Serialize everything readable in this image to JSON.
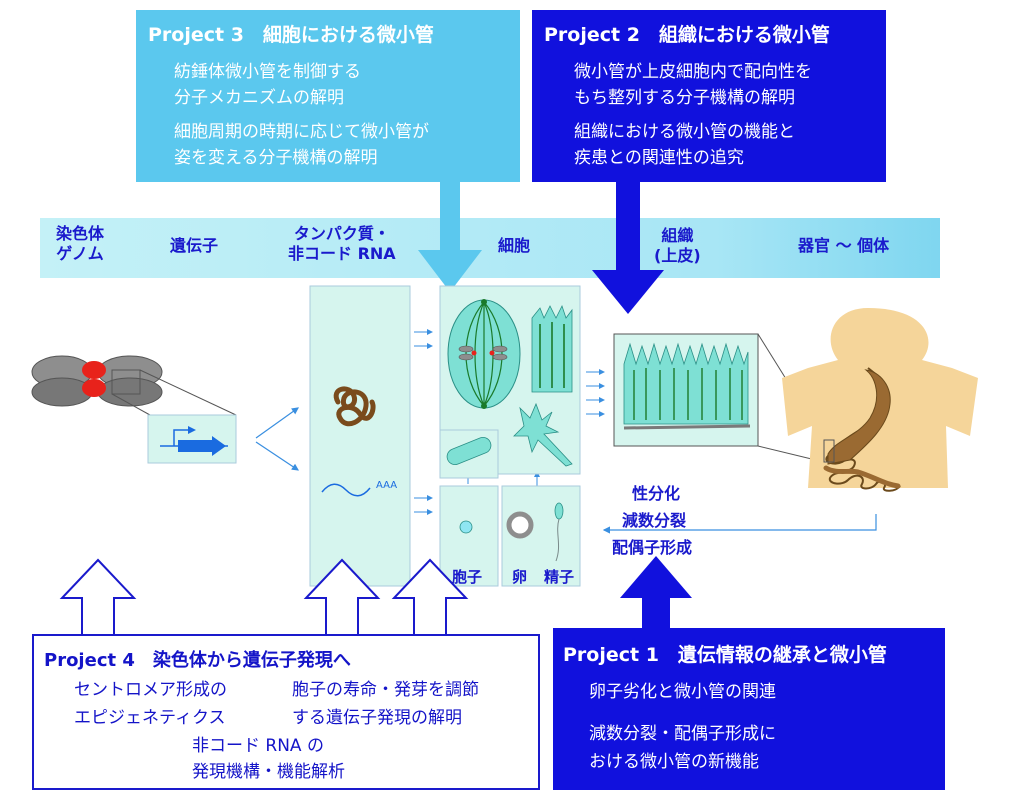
{
  "project3": {
    "title": "Project 3　細胞における微小管",
    "line1": "紡錘体微小管を制御する",
    "line2": "分子メカニズムの解明",
    "line3": "細胞周期の時期に応じて微小管が",
    "line4": "姿を変える分子機構の解明"
  },
  "project2": {
    "title": "Project 2　組織における微小管",
    "line1": "微小管が上皮細胞内で配向性を",
    "line2": "もち整列する分子機構の解明",
    "line3": "組織における微小管の機能と",
    "line4": "疾患との関連性の追究"
  },
  "project4": {
    "title": "Project 4　染色体から遺伝子発現へ",
    "left1": "セントロメア形成の",
    "left2": "エピジェネティクス",
    "right1": "胞子の寿命・発芽を調節",
    "right2": "する遺伝子発現の解明",
    "center1": "非コード RNA の",
    "center2": "発現機構・機能解析"
  },
  "project1": {
    "title": "Project 1　遺伝情報の継承と微小管",
    "line1": "卵子劣化と微小管の関連",
    "line2": "減数分裂・配偶子形成に",
    "line3": "おける微小管の新機能"
  },
  "scale": {
    "chromosome1": "染色体",
    "chromosome2": "ゲノム",
    "gene": "遺伝子",
    "protein1": "タンパク質・",
    "protein2": "非コード RNA",
    "cell": "細胞",
    "tissue1": "組織",
    "tissue2": "(上皮)",
    "organ": "器官 〜 個体"
  },
  "cells": {
    "spore": "胞子",
    "egg": "卵",
    "sperm": "精子",
    "aaa": "AAA"
  },
  "processes": {
    "line1": "性分化",
    "line2": "減数分裂",
    "line3": "配偶子形成"
  },
  "colors": {
    "light_blue_box": "#5bc8ee",
    "dark_blue_box": "#1111dd",
    "panel_fill": "#d6f5ee",
    "text_blue": "#1a1acc"
  }
}
